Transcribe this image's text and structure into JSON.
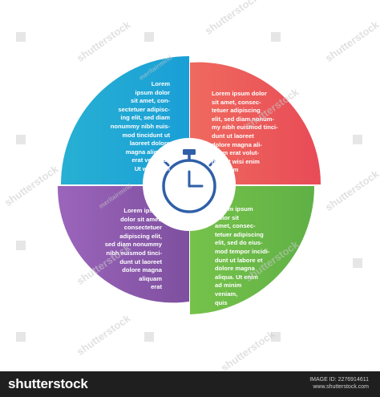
{
  "segments": {
    "blue": {
      "color": "#1eaed6",
      "text": "Lorem\nipsum dolor\nsit amet, con-\nsectetuer adipisc-\ning elit, sed diam\nnonummy nibh euis-\nmod tincidunt ut\nlaoreet dolore\nmagna aliquam\nerat volutpat.\nUt wisi enim"
    },
    "red": {
      "color": "#ee5a55",
      "text": "Lorem ipsum dolor\nsit amet, consec-\ntetuer adipiscing\nelit, sed diam nonum-\nmy nibh euismod tinci-\ndunt ut laoreet\ndolore magna ali-\nquam erat volut-\npat. Ut wisi enim\nad minim"
    },
    "purple": {
      "color": "#8e59ad",
      "text": "Lorem ipsum\ndolor sit amet,\nconsectetuer\nadipiscing elit,\nsed diam nonummy\nnibh euismod tinci-\ndunt ut laoreet\ndolore magna\naliquam\nerat"
    },
    "green": {
      "color": "#6cbd48",
      "text": "Lorem ipsum\ndolor sit\namet, consec-\ntetuer adipiscing\nelit, sed do eius-\nmod tempor incidi-\ndunt ut labore et\ndolore magna\naliqua. Ut enim\nad minim\nveniam,\nquis"
    }
  },
  "center": {
    "icon": "stopwatch-icon",
    "color": "#2f5fa8"
  },
  "watermark": {
    "text": "shutterstock",
    "credit": "merilairmind"
  },
  "footer": {
    "logo": "shutterstock",
    "image_id_label": "IMAGE ID: 2276914611",
    "site": "www.shutterstock.com"
  }
}
